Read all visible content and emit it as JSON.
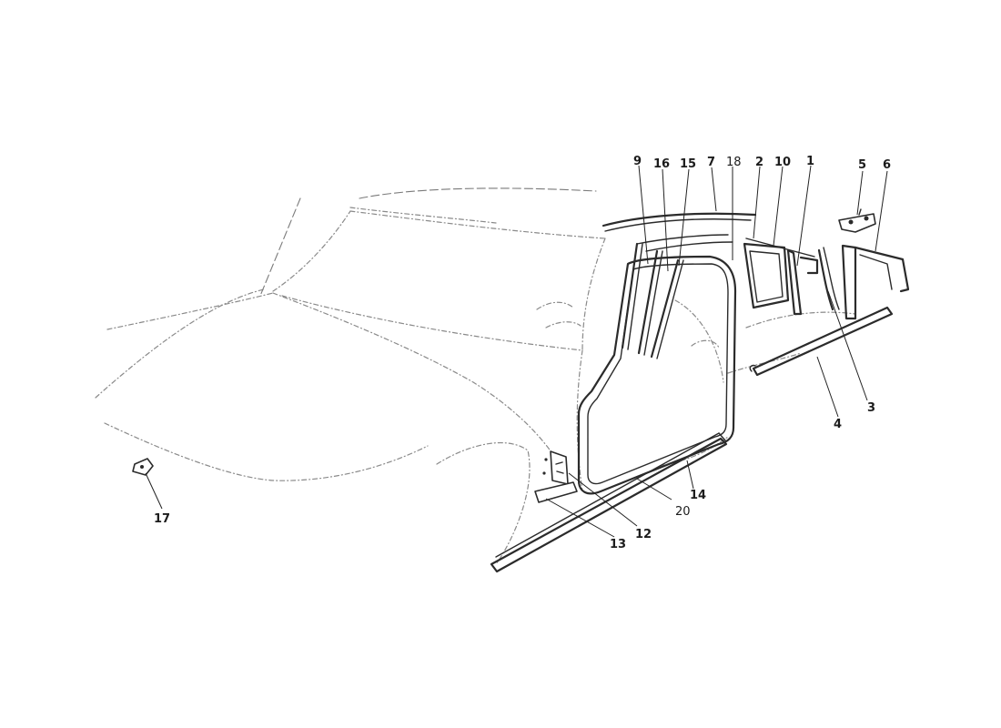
{
  "callouts": {
    "c1": "1",
    "c2": "2",
    "c3": "3",
    "c4": "4",
    "c5": "5",
    "c6": "6",
    "c7": "7",
    "c9": "9",
    "c10": "10",
    "c12": "12",
    "c13": "13",
    "c14": "14",
    "c15": "15",
    "c16": "16",
    "c17": "17",
    "c18": "18",
    "c20": "20"
  }
}
